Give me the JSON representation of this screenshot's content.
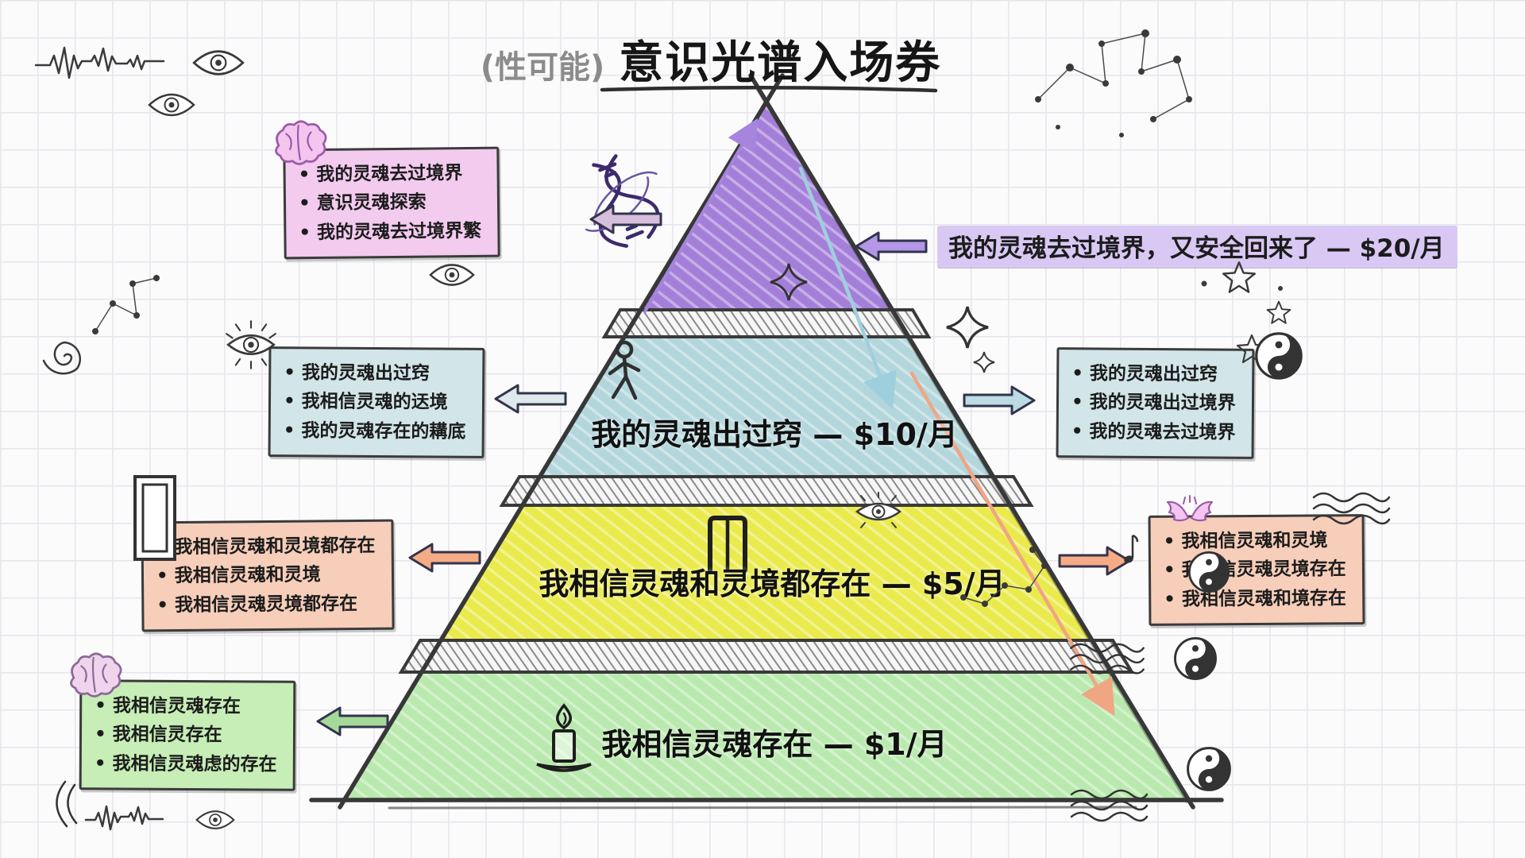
{
  "title": {
    "prefix": "(性可能)",
    "main": "意识光谱入场券"
  },
  "pyramid": {
    "tier_top": {
      "name": "astral-travel-tier",
      "banner": "我的灵魂去过境界，又安全回来了 — $20/月"
    },
    "tier_2": {
      "label": "我的灵魂出过窍 — $10/月"
    },
    "tier_3": {
      "label": "我相信灵魂和灵境都存在 — $5/月"
    },
    "tier_4": {
      "label": "我相信灵魂存在 — $1/月"
    }
  },
  "notes": {
    "left_top": {
      "items": [
        "我的灵魂去过境界",
        "意识灵魂探索",
        "我的灵魂去过境界繁"
      ]
    },
    "left_upper": {
      "items": [
        "我的灵魂出过窍",
        "我相信灵魂的迗境",
        "我的灵魂存在的耩底"
      ]
    },
    "left_lower": {
      "items": [
        "我相信灵魂和灵境都存在",
        "我相信灵魂和灵境",
        "我相信灵魂灵境都存在"
      ]
    },
    "left_bottom": {
      "items": [
        "我相信灵魂存在",
        "我相信灵存在",
        "我相信灵魂虑的存在"
      ]
    },
    "right_upper": {
      "items": [
        "我的灵魂出过窍",
        "我的灵魂出过境界",
        "我的灵魂去过境界"
      ]
    },
    "right_lower": {
      "items": [
        "我相信灵魂和灵境",
        "我相信灵魂灵境存在",
        "我相信灵魂和境存在"
      ]
    }
  },
  "icons": {
    "tier_top": "dna-icon",
    "tier_2": "person-icon",
    "tier_3": "door-icon",
    "tier_4": "candle-icon",
    "left_top_box": "brain-icon",
    "left_upper_box": "eye-icon",
    "left_lower_box": "door-icon",
    "left_bottom_box": "brain-icon",
    "right_upper_box": "yin-yang-icon",
    "right_lower_box": "waves-icon",
    "doodles": [
      "waveform-icon",
      "eye-icon",
      "constellation-icon",
      "spiral-icon",
      "sparkle-icon",
      "star-icon",
      "yin-yang-icon",
      "waves-icon",
      "wings-icon",
      "music-note-icon"
    ]
  },
  "colors": {
    "tier_top": "#a47fd9",
    "tier_2": "#b3d6dc",
    "tier_3": "#eaea4d",
    "tier_4": "#b9e9ae",
    "note_pink": "#f2cbee",
    "note_blue": "#d2e5e8",
    "note_peach": "#f6ceba",
    "note_green": "#c6eeb6",
    "banner_purple": "#d9c8f4",
    "arrow_purple": "#b497e6",
    "arrow_blue": "#bcdbe2",
    "arrow_orange": "#f5ab85",
    "arrow_green": "#a5d998",
    "arrow_pink": "#d6bfdc",
    "arrow_gray": "#dfe9ec",
    "ink": "#3a3a3a",
    "grid": "#e5e5eb"
  }
}
